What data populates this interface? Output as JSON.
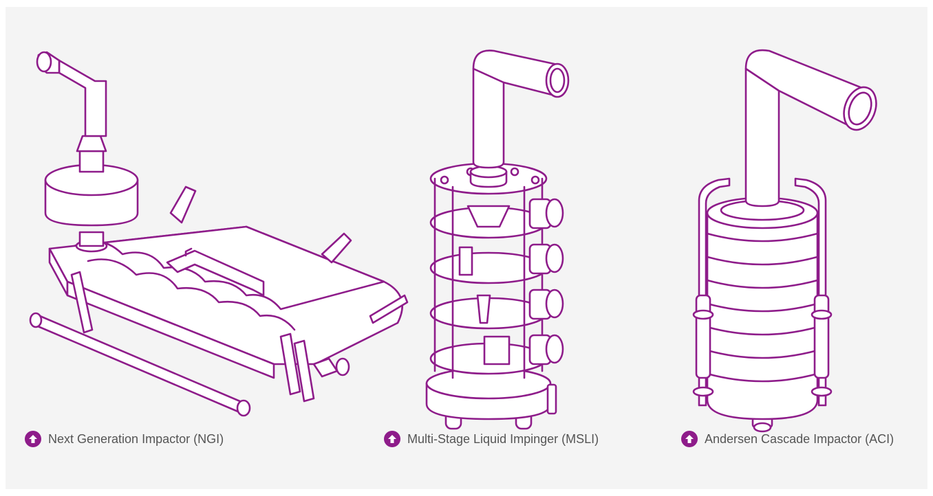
{
  "accent_color": "#8e1c8a",
  "background_color": "#f4f4f4",
  "figures": [
    {
      "icon": "up-arrow-icon",
      "label": "Next Generation Impactor (NGI)"
    },
    {
      "icon": "up-arrow-icon",
      "label": "Multi-Stage Liquid Impinger (MSLI)"
    },
    {
      "icon": "up-arrow-icon",
      "label": "Andersen Cascade Impactor (ACI)"
    }
  ]
}
